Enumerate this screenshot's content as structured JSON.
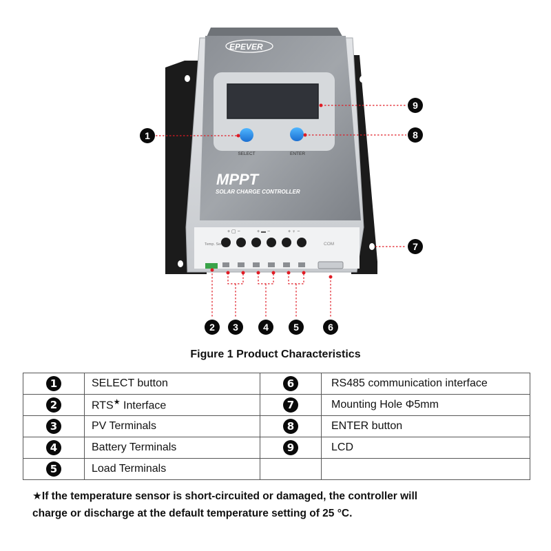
{
  "device": {
    "brand": "EPEVER",
    "model": "MPPT",
    "subtitle": "SOLAR CHARGE CONTROLLER",
    "select_label": "SELECT",
    "enter_label": "ENTER",
    "temp_sensor_label": "Temp. Sensor",
    "com_label": "COM"
  },
  "callouts": [
    "1",
    "2",
    "3",
    "4",
    "5",
    "6",
    "7",
    "8",
    "9"
  ],
  "caption": "Figure 1 Product Characteristics",
  "legend": {
    "rows": [
      {
        "n1": "1",
        "d1": "SELECT button",
        "n2": "6",
        "d2": "RS485 communication interface"
      },
      {
        "n1": "2",
        "d1": "RTS",
        "d1_sup": "★",
        "d1_tail": " Interface",
        "n2": "7",
        "d2": "Mounting Hole Φ5mm"
      },
      {
        "n1": "3",
        "d1": "PV Terminals",
        "n2": "8",
        "d2": "ENTER button"
      },
      {
        "n1": "4",
        "d1": "Battery Terminals",
        "n2": "9",
        "d2": "LCD"
      },
      {
        "n1": "5",
        "d1": "Load Terminals",
        "n2": "",
        "d2": ""
      }
    ]
  },
  "note": {
    "line1": "★If the temperature sensor is short-circuited or damaged, the controller will",
    "line2": "charge or discharge at the default temperature setting of 25 °C."
  }
}
